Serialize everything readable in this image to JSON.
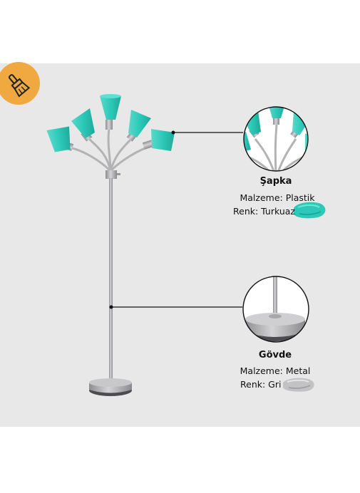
{
  "shade": {
    "title": "Şapka",
    "material_label": "Malzeme: Plastik",
    "color_label": "Renk: Turkuaz"
  },
  "body": {
    "title": "Gövde",
    "material_label": "Malzeme: Metal",
    "color_label": "Renk: Gri"
  },
  "colors": {
    "panel": "#e8e8e8",
    "shade_turquoise": "#2cc9b8",
    "metal_gray": "#b3b3b5",
    "badge_orange": "#f0a840"
  },
  "icons": {
    "badge": "paint-brush-icon"
  }
}
